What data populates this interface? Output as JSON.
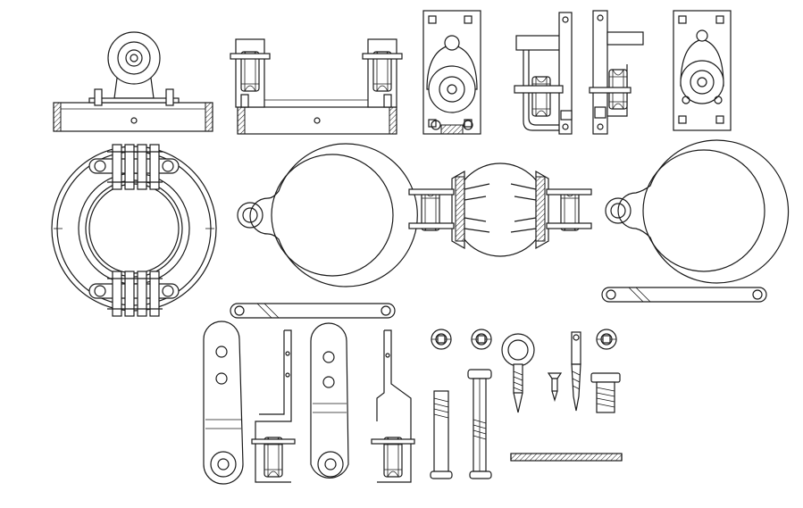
{
  "drawing": {
    "groups": [
      "pulley-assemblies-row",
      "ring-bracket-row",
      "link-arm-and-fastener-row"
    ],
    "hatch_pattern": "diagonal-hatch",
    "line_color": "#1a1a1a",
    "background": "#ffffff"
  }
}
